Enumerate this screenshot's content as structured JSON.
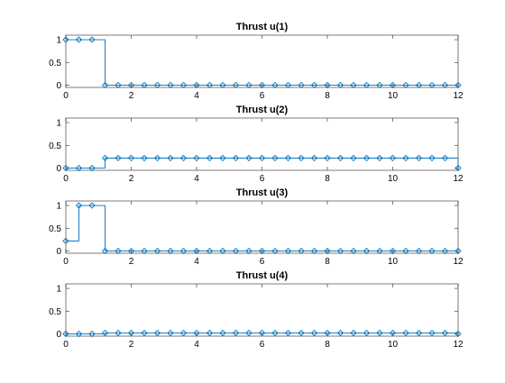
{
  "chart_data": [
    {
      "type": "line",
      "title": "Thrust u(1)",
      "xlabel": "",
      "ylabel": "",
      "xlim": [
        0,
        12
      ],
      "ylim": [
        -0.05,
        1.1
      ],
      "xticks": [
        "0",
        "2",
        "4",
        "6",
        "8",
        "10",
        "12"
      ],
      "yticks": [
        "0",
        "0.5",
        "1"
      ],
      "grid": false,
      "series": [
        {
          "x": [
            0,
            0.4,
            0.8,
            1.2,
            1.6,
            2.0,
            2.4,
            2.8,
            3.2,
            3.6,
            4.0,
            4.4,
            4.8,
            5.2,
            5.6,
            6.0,
            6.4,
            6.8,
            7.2,
            7.6,
            8.0,
            8.4,
            8.8,
            9.2,
            9.6,
            10.0,
            10.4,
            10.8,
            11.2,
            11.6,
            12.0
          ],
          "values": [
            1,
            1,
            1,
            0,
            0,
            0,
            0,
            0,
            0,
            0,
            0,
            0,
            0,
            0,
            0,
            0,
            0,
            0,
            0,
            0,
            0,
            0,
            0,
            0,
            0,
            0,
            0,
            0,
            0,
            0,
            0
          ]
        }
      ]
    },
    {
      "type": "line",
      "title": "Thrust u(2)",
      "xlabel": "",
      "ylabel": "",
      "xlim": [
        0,
        12
      ],
      "ylim": [
        -0.05,
        1.1
      ],
      "xticks": [
        "0",
        "2",
        "4",
        "6",
        "8",
        "10",
        "12"
      ],
      "yticks": [
        "0",
        "0.5",
        "1"
      ],
      "grid": false,
      "series": [
        {
          "x": [
            0,
            0.4,
            0.8,
            1.2,
            1.6,
            2.0,
            2.4,
            2.8,
            3.2,
            3.6,
            4.0,
            4.4,
            4.8,
            5.2,
            5.6,
            6.0,
            6.4,
            6.8,
            7.2,
            7.6,
            8.0,
            8.4,
            8.8,
            9.2,
            9.6,
            10.0,
            10.4,
            10.8,
            11.2,
            11.6,
            12.0
          ],
          "values": [
            0,
            0,
            0,
            0.22,
            0.22,
            0.22,
            0.22,
            0.22,
            0.22,
            0.22,
            0.22,
            0.22,
            0.22,
            0.22,
            0.22,
            0.22,
            0.22,
            0.22,
            0.22,
            0.22,
            0.22,
            0.22,
            0.22,
            0.22,
            0.22,
            0.22,
            0.22,
            0.22,
            0.22,
            0.22,
            0
          ]
        }
      ]
    },
    {
      "type": "line",
      "title": "Thrust u(3)",
      "xlabel": "",
      "ylabel": "",
      "xlim": [
        0,
        12
      ],
      "ylim": [
        -0.05,
        1.1
      ],
      "xticks": [
        "0",
        "2",
        "4",
        "6",
        "8",
        "10",
        "12"
      ],
      "yticks": [
        "0",
        "0.5",
        "1"
      ],
      "grid": false,
      "series": [
        {
          "x": [
            0,
            0.4,
            0.8,
            1.2,
            1.6,
            2.0,
            2.4,
            2.8,
            3.2,
            3.6,
            4.0,
            4.4,
            4.8,
            5.2,
            5.6,
            6.0,
            6.4,
            6.8,
            7.2,
            7.6,
            8.0,
            8.4,
            8.8,
            9.2,
            9.6,
            10.0,
            10.4,
            10.8,
            11.2,
            11.6,
            12.0
          ],
          "values": [
            0.22,
            1,
            1,
            0,
            0,
            0,
            0,
            0,
            0,
            0,
            0,
            0,
            0,
            0,
            0,
            0,
            0,
            0,
            0,
            0,
            0,
            0,
            0,
            0,
            0,
            0,
            0,
            0,
            0,
            0,
            0
          ]
        }
      ]
    },
    {
      "type": "line",
      "title": "Thrust u(4)",
      "xlabel": "",
      "ylabel": "",
      "xlim": [
        0,
        12
      ],
      "ylim": [
        -0.05,
        1.1
      ],
      "xticks": [
        "0",
        "2",
        "4",
        "6",
        "8",
        "10",
        "12"
      ],
      "yticks": [
        "0",
        "0.5",
        "1"
      ],
      "grid": false,
      "series": [
        {
          "x": [
            0,
            0.4,
            0.8,
            1.2,
            1.6,
            2.0,
            2.4,
            2.8,
            3.2,
            3.6,
            4.0,
            4.4,
            4.8,
            5.2,
            5.6,
            6.0,
            6.4,
            6.8,
            7.2,
            7.6,
            8.0,
            8.4,
            8.8,
            9.2,
            9.6,
            10.0,
            10.4,
            10.8,
            11.2,
            11.6,
            12.0
          ],
          "values": [
            0,
            0,
            0,
            0.02,
            0.02,
            0.02,
            0.02,
            0.02,
            0.02,
            0.02,
            0.02,
            0.02,
            0.02,
            0.02,
            0.02,
            0.02,
            0.02,
            0.02,
            0.02,
            0.02,
            0.02,
            0.02,
            0.02,
            0.02,
            0.02,
            0.02,
            0.02,
            0.02,
            0.02,
            0.02,
            0
          ]
        }
      ]
    }
  ],
  "colors": {
    "series": "#0072bd",
    "axes": "#262626",
    "text": "#000000",
    "background": "#ffffff"
  }
}
